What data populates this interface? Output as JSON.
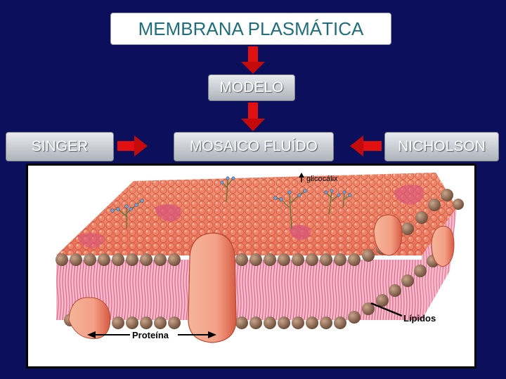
{
  "title": "MEMBRANA PLASMÁTICA",
  "model_label": "MODELO",
  "model_name": "MOSAICO FLUÍDO",
  "author_left": "SINGER",
  "author_right": "NICHOLSON",
  "figure": {
    "label_glycocalyx": "glicocálix",
    "label_lipids": "Lípidos",
    "label_protein": "Proteína"
  },
  "colors": {
    "background": "#0b0f5c",
    "arrow_red": "#e01010",
    "title_text": "#1f6f7a"
  }
}
